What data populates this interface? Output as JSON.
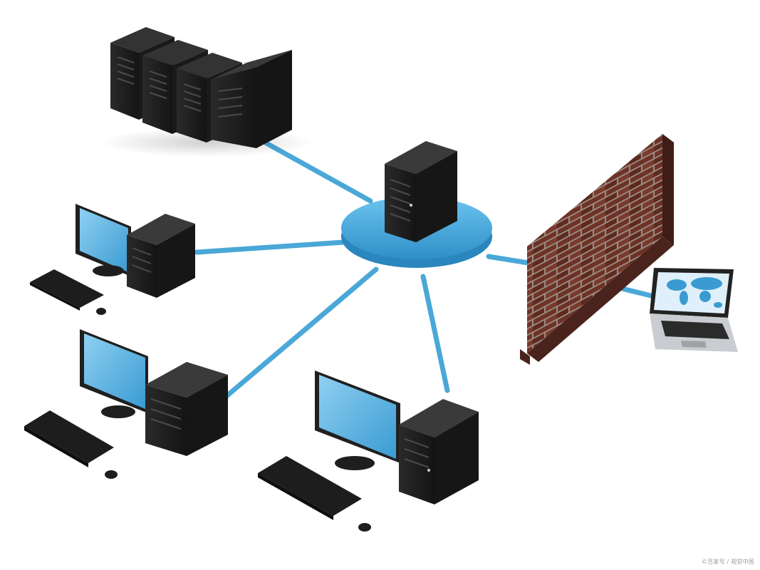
{
  "diagram": {
    "watermark": "©百家号 / 视觉中国",
    "colors": {
      "cable": "#4aa8d8",
      "hub": "#3b9fd6",
      "hub_top": "#58b6e6",
      "case": "#1f1f1f",
      "case_side": "#2d2d2d",
      "screen": "#5fb6e4",
      "brick": "#6e3226",
      "mortar": "#9a8f86"
    },
    "nodes": [
      {
        "name": "server-rack",
        "icon": "rack-server-icon"
      },
      {
        "name": "central-server",
        "icon": "tower-server-icon"
      },
      {
        "name": "workstation-left-top",
        "icon": "desktop-computer-icon"
      },
      {
        "name": "workstation-left-bottom",
        "icon": "desktop-computer-icon"
      },
      {
        "name": "workstation-center-bottom",
        "icon": "desktop-computer-icon"
      },
      {
        "name": "firewall",
        "icon": "brick-wall-icon"
      },
      {
        "name": "laptop",
        "icon": "laptop-icon"
      }
    ]
  }
}
